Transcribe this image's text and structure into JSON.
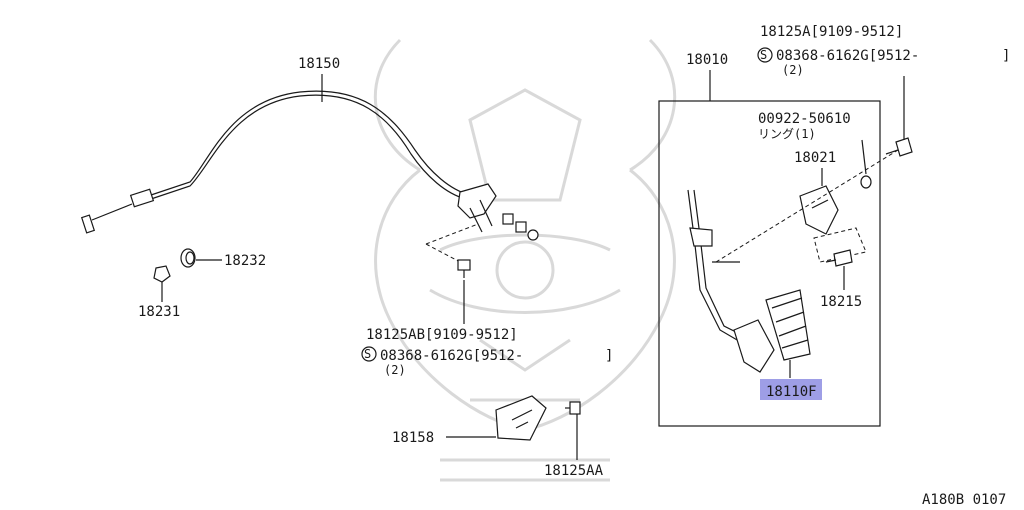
{
  "colors": {
    "ink": "#1a1a1a",
    "highlight": "#9e9ee6",
    "watermark": "#d9d9d9"
  },
  "labels": {
    "cable": "18150",
    "pedal_assy": "18010",
    "bolt_top_a": "18125A[9109-9512]",
    "bolt_top_b_code": "08368-6162G[9512-",
    "bolt_top_b_close": "]",
    "bolt_top_qty": "(2)",
    "ring_part": "00922-50610",
    "ring_name": "リング(1)",
    "bracket": "18021",
    "stopper": "18215",
    "pedal_pad": "18110F",
    "grommet": "18232",
    "clip": "18231",
    "bolt_mid_a": "18125AB[9109-9512]",
    "bolt_mid_b_code": "08368-6162G[9512-",
    "bolt_mid_b_close": "]",
    "bolt_mid_qty": "(2)",
    "stop_bracket": "18158",
    "bolt_bottom": "18125AA",
    "diagram_code": "A180B 0107",
    "s_symbol": "S"
  }
}
